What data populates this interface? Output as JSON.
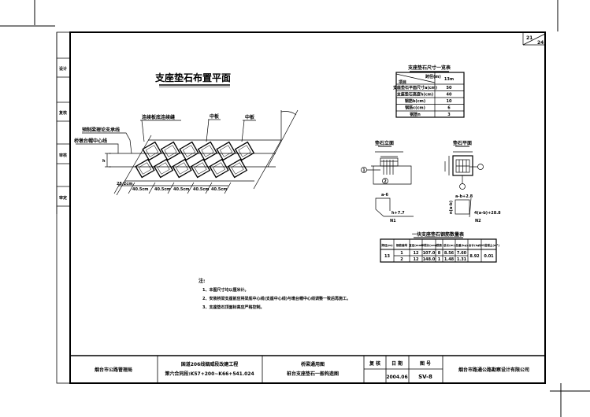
{
  "sheet": {
    "page": "21",
    "total": "24"
  },
  "side_strip": [
    "设计",
    "复核",
    "审核",
    "审定"
  ],
  "plan": {
    "title": "支座垫石布置平面",
    "label_support_line": "预制梁理论支承线",
    "label_center_line": "桥墩台帽中心线",
    "label_joint": "连续板底连续缝",
    "label_mid1": "中板",
    "label_mid2": "中板",
    "dims": [
      "25/2cm",
      "40.5cm",
      "40.5cm",
      "40.5cm",
      "40.5cm",
      "40.5cm"
    ],
    "dim_h": "h"
  },
  "size_table": {
    "title": "支座垫石尺寸一览表",
    "corner_top": "跨径(m)",
    "corner_bottom": "项目",
    "span": "13m",
    "rows": [
      {
        "item": "支座垫石平面尺寸a(cm)",
        "value": "50"
      },
      {
        "item": "支座垫石高度h(cm)",
        "value": "40"
      },
      {
        "item": "钢筋b(cm)",
        "value": "10"
      },
      {
        "item": "钢筋c(cm)",
        "value": "6"
      },
      {
        "item": "钢筋n",
        "value": "3"
      }
    ]
  },
  "details": {
    "elevation_title": "垫石立面",
    "plan_title": "垫石平面",
    "bar1_mark": "N1",
    "bar2_mark": "N2",
    "bar1_dim": "a-6",
    "bar1_len": "h+7.7",
    "bar2_top": "a-b+2.8",
    "bar2_side": "n(a-b)",
    "bar2_len": "4(a-b)+28.8",
    "circle1": "1",
    "circle2": "2"
  },
  "rebar_table": {
    "title": "一块支座垫石钢筋数量表",
    "headers": [
      "跨径(m)",
      "钢筋编号",
      "直径(mm)",
      "单根长(cm)",
      "根数",
      "总长(m)",
      "总重(kg)",
      "合计(kg)",
      "C30混凝土(m³)"
    ],
    "span": "13",
    "rows": [
      [
        "1",
        "12",
        "107.0",
        "8",
        "8.56",
        "7.60"
      ],
      [
        "2",
        "12",
        "148.0",
        "1",
        "1.48",
        "1.31"
      ]
    ],
    "total": "8.92",
    "concrete": "0.01"
  },
  "notes": {
    "heading": "注:",
    "items": [
      "1、本图尺寸均以厘米计。",
      "2、安装桥梁支座前应将梁底中心线(支座中心线)与墩台帽中心线调整一致后再施工。",
      "3、支座垫石顶面标高应严格控制。"
    ]
  },
  "title_block": {
    "agency": "烟台市公路管理局",
    "project_line1": "国道206线烟威段改建工程",
    "project_line2": "第六合同段:K57+200~K66+541.024",
    "drawing_line1": "桥梁通用图",
    "drawing_line2": "桩台支座垫石一般构造图",
    "review_label": "复 核",
    "date_label": "日 期",
    "number_label": "图 号",
    "date": "2004.06",
    "number": "SV-8",
    "company": "烟台市路通公路勘察设计有限公司"
  }
}
